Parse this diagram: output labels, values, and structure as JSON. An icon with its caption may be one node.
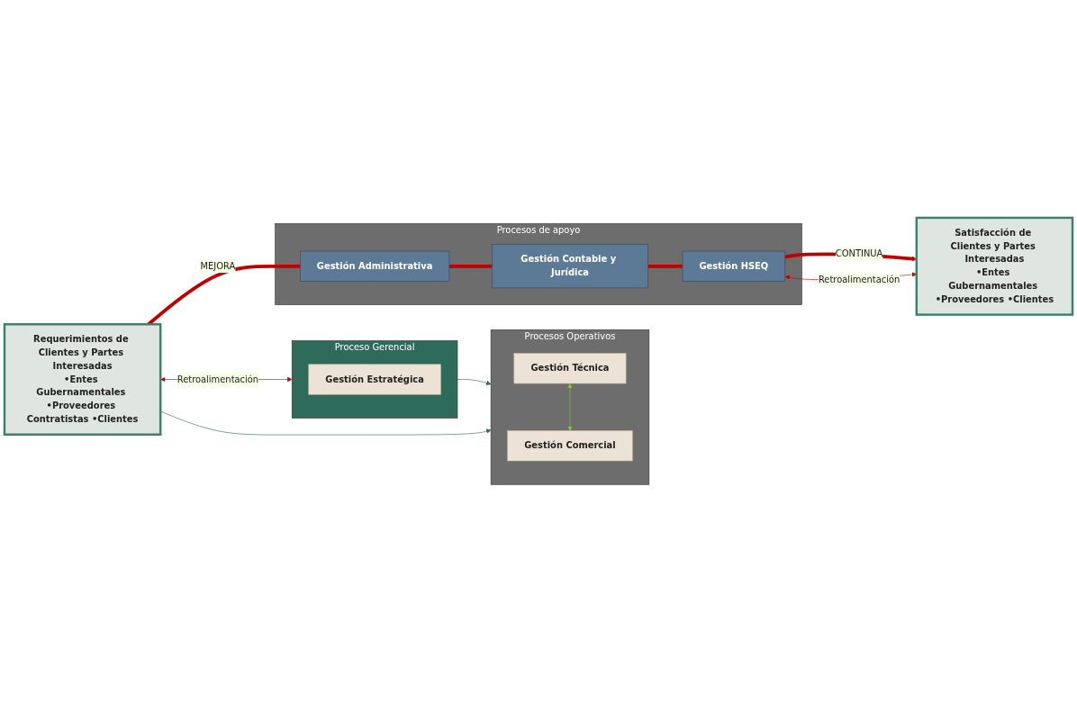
{
  "diagram": {
    "nodes": [
      {
        "text": [
          "Requerimientos de Clientes y Partes Interesadas",
          "•Entes Gubernamentales •Proveedores Contratistas •Clientes"
        ]
      },
      {
        "text": [
          "Proceso Gerencial"
        ]
      },
      {
        "text": [
          "Gestión Estratégica"
        ],
        "in": 1
      },
      {
        "text": [
          "Procesos Operativos"
        ]
      },
      {
        "text": [
          "Gestión Técnica"
        ],
        "in": 3
      },
      {
        "text": [
          "Gestión Comercial"
        ],
        "in": 3
      },
      {
        "text": [
          "Procesos de apoyo"
        ]
      },
      {
        "text": [
          "Gestión Administrativa"
        ],
        "in": 6
      },
      {
        "text": [
          "Gestión Contable y Jurídica"
        ],
        "in": 6
      },
      {
        "text": [
          "Gestión HSEQ"
        ],
        "in": 6
      },
      {
        "text": [
          "Satisfacción de Clientes y Partes Interesadas",
          "•Entes Gubernamentales •Proveedores •Clientes"
        ]
      }
    ],
    "edges": [
      {
        "from": 0,
        "to": 1,
        "arrow": "both",
        "label": "Retroalimentación"
      },
      {
        "from": 1,
        "to": 3,
        "arrow": "to",
        "color": "#2e6b5a"
      },
      {
        "from": 0,
        "to": 3,
        "arrow": "to",
        "color": "#2e6b5a"
      },
      {
        "from": 4,
        "to": 5,
        "arrow": "both",
        "color": "#8cc63f"
      },
      {
        "from": 0,
        "to": 7,
        "arrow": "none",
        "label": "MEJORA",
        "style": "thick"
      },
      {
        "from": 7,
        "to": 8,
        "arrow": "none",
        "style": "thick"
      },
      {
        "from": 8,
        "to": 9,
        "arrow": "none",
        "style": "thick"
      },
      {
        "from": 9,
        "to": 10,
        "arrow": "to",
        "label": "CONTINUA",
        "style": "thick"
      },
      {
        "from": 9,
        "to": 10,
        "arrow": "both",
        "label": "Retroalimentación"
      }
    ]
  }
}
